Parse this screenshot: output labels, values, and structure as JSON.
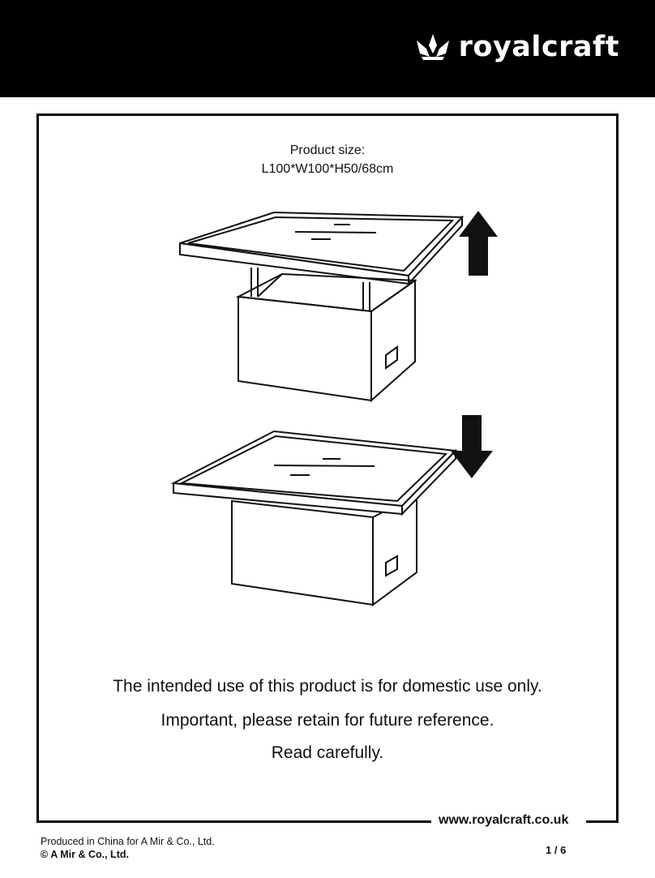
{
  "header": {
    "brand_name": "royalcraft",
    "logo_icon": "crown-icon"
  },
  "product_size": {
    "label": "Product size:",
    "dimensions": "L100*W100*H50/68cm"
  },
  "illustrations": {
    "raised": {
      "arrow_icon": "arrow-up-icon"
    },
    "lowered": {
      "arrow_icon": "arrow-down-icon"
    }
  },
  "notices": {
    "intended_use": "The intended use of this product is for domestic use only.",
    "retain": "Important, please retain for future reference.",
    "read": "Read carefully."
  },
  "website": "www.royalcraft.co.uk",
  "footer": {
    "produced": "Produced in China for A Mir & Co., Ltd.",
    "copyright": "© A Mir & Co., Ltd.",
    "page": "1 / 6"
  },
  "colors": {
    "header_bg": "#000000",
    "ink": "#111111",
    "page_bg": "#ffffff"
  }
}
